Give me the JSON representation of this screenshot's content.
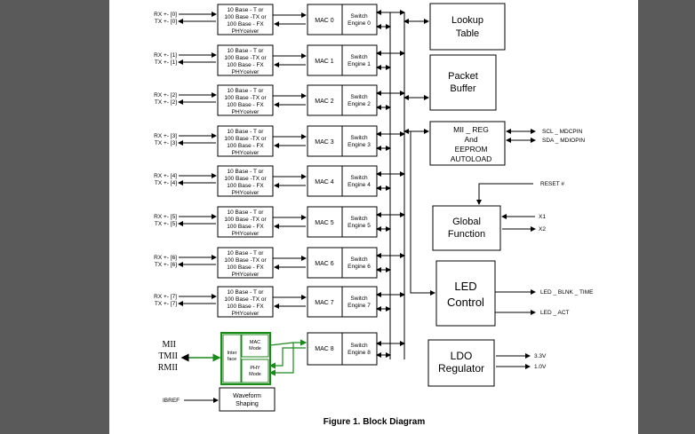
{
  "phy_label": [
    "10 Base - T or",
    "100 Base -TX or",
    "100 Base - FX",
    "PHYceiver"
  ],
  "ports": [
    {
      "rx": "RX +- [0]",
      "tx": "TX +- [0]",
      "mac": "MAC 0",
      "switch": [
        "Switch",
        "Engine 0"
      ]
    },
    {
      "rx": "RX +- [1]",
      "tx": "TX +- [1]",
      "mac": "MAC 1",
      "switch": [
        "Switch",
        "Engine 1"
      ]
    },
    {
      "rx": "RX +- [2]",
      "tx": "TX +- [2]",
      "mac": "MAC 2",
      "switch": [
        "Switch",
        "Engine 2"
      ]
    },
    {
      "rx": "RX +- [3]",
      "tx": "TX +- [3]",
      "mac": "MAC 3",
      "switch": [
        "Switch",
        "Engine 3"
      ]
    },
    {
      "rx": "RX +- [4]",
      "tx": "TX +- [4]",
      "mac": "MAC 4",
      "switch": [
        "Switch",
        "Engine 4"
      ]
    },
    {
      "rx": "RX +- [5]",
      "tx": "TX +- [5]",
      "mac": "MAC 5",
      "switch": [
        "Switch",
        "Engine 5"
      ]
    },
    {
      "rx": "RX +- [6]",
      "tx": "TX +- [6]",
      "mac": "MAC 6",
      "switch": [
        "Switch",
        "Engine 6"
      ]
    },
    {
      "rx": "RX +- [7]",
      "tx": "TX +- [7]",
      "mac": "MAC 7",
      "switch": [
        "Switch",
        "Engine 7"
      ]
    }
  ],
  "port8": {
    "mac": "MAC 8",
    "switch": [
      "Switch",
      "Engine 8"
    ]
  },
  "interface": {
    "iface": [
      "Inter",
      "face"
    ],
    "mac_mode": [
      "MAC",
      "Mode"
    ],
    "phy_mode": [
      "PHY",
      "Mode"
    ],
    "modes": [
      "MII",
      "TMII",
      "RMII"
    ],
    "color": "#1a8a1a"
  },
  "waveform": {
    "ibref": "IBREF",
    "label": [
      "Waveform",
      "Shaping"
    ]
  },
  "blocks": {
    "lookup": [
      "Lookup",
      "Table"
    ],
    "packet": [
      "Packet",
      "Buffer"
    ],
    "mii_reg": [
      "MII _ REG",
      "And",
      "EEPROM",
      "AUTOLOAD"
    ],
    "global": [
      "Global",
      "Function"
    ],
    "led": [
      "LED",
      "Control"
    ],
    "ldo": [
      "LDO",
      "Regulator"
    ]
  },
  "signals": {
    "scl": "SCL _ MDCPIN",
    "sda": "SDA _ MDIOPIN",
    "reset": "RESET #",
    "x1": "X1",
    "x2": "X2",
    "led_blink": "LED _ BLNK _ TIME",
    "led_act": "LED _ ACT",
    "v33": "3.3V",
    "v10": "1.0V"
  },
  "caption": "Figure 1.   Block Diagram"
}
